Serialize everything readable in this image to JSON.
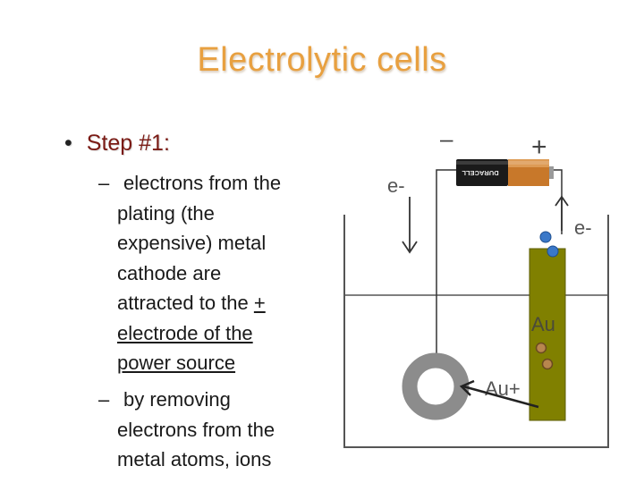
{
  "slide": {
    "title": "Electrolytic cells",
    "step_label": "Step #1:",
    "bullet_1": {
      "l1": "electrons from the",
      "l2": "plating (the",
      "l3": "expensive)  metal",
      "l4": "cathode are",
      "l5": "attracted to the ",
      "l5_u": "+",
      "l6": "electrode of the",
      "l7": "power source"
    },
    "bullet_2": {
      "l1": "by removing",
      "l2": "electrons from the",
      "l3": "metal atoms, ions"
    }
  },
  "diagram": {
    "minus": "–",
    "plus": "+",
    "electron_left": "e-",
    "electron_right": "e-",
    "metal_label": "Au",
    "ion_label": "Au+",
    "battery_text": "DURACELL",
    "colors": {
      "metal_bar": "#808000",
      "metal_border": "#5c5c00",
      "ring": "#8c8c8c",
      "electron": "#3a78c8",
      "ion": "#b8864e",
      "battery_copper": "#c8782a",
      "battery_black": "#1a1a1a"
    }
  }
}
